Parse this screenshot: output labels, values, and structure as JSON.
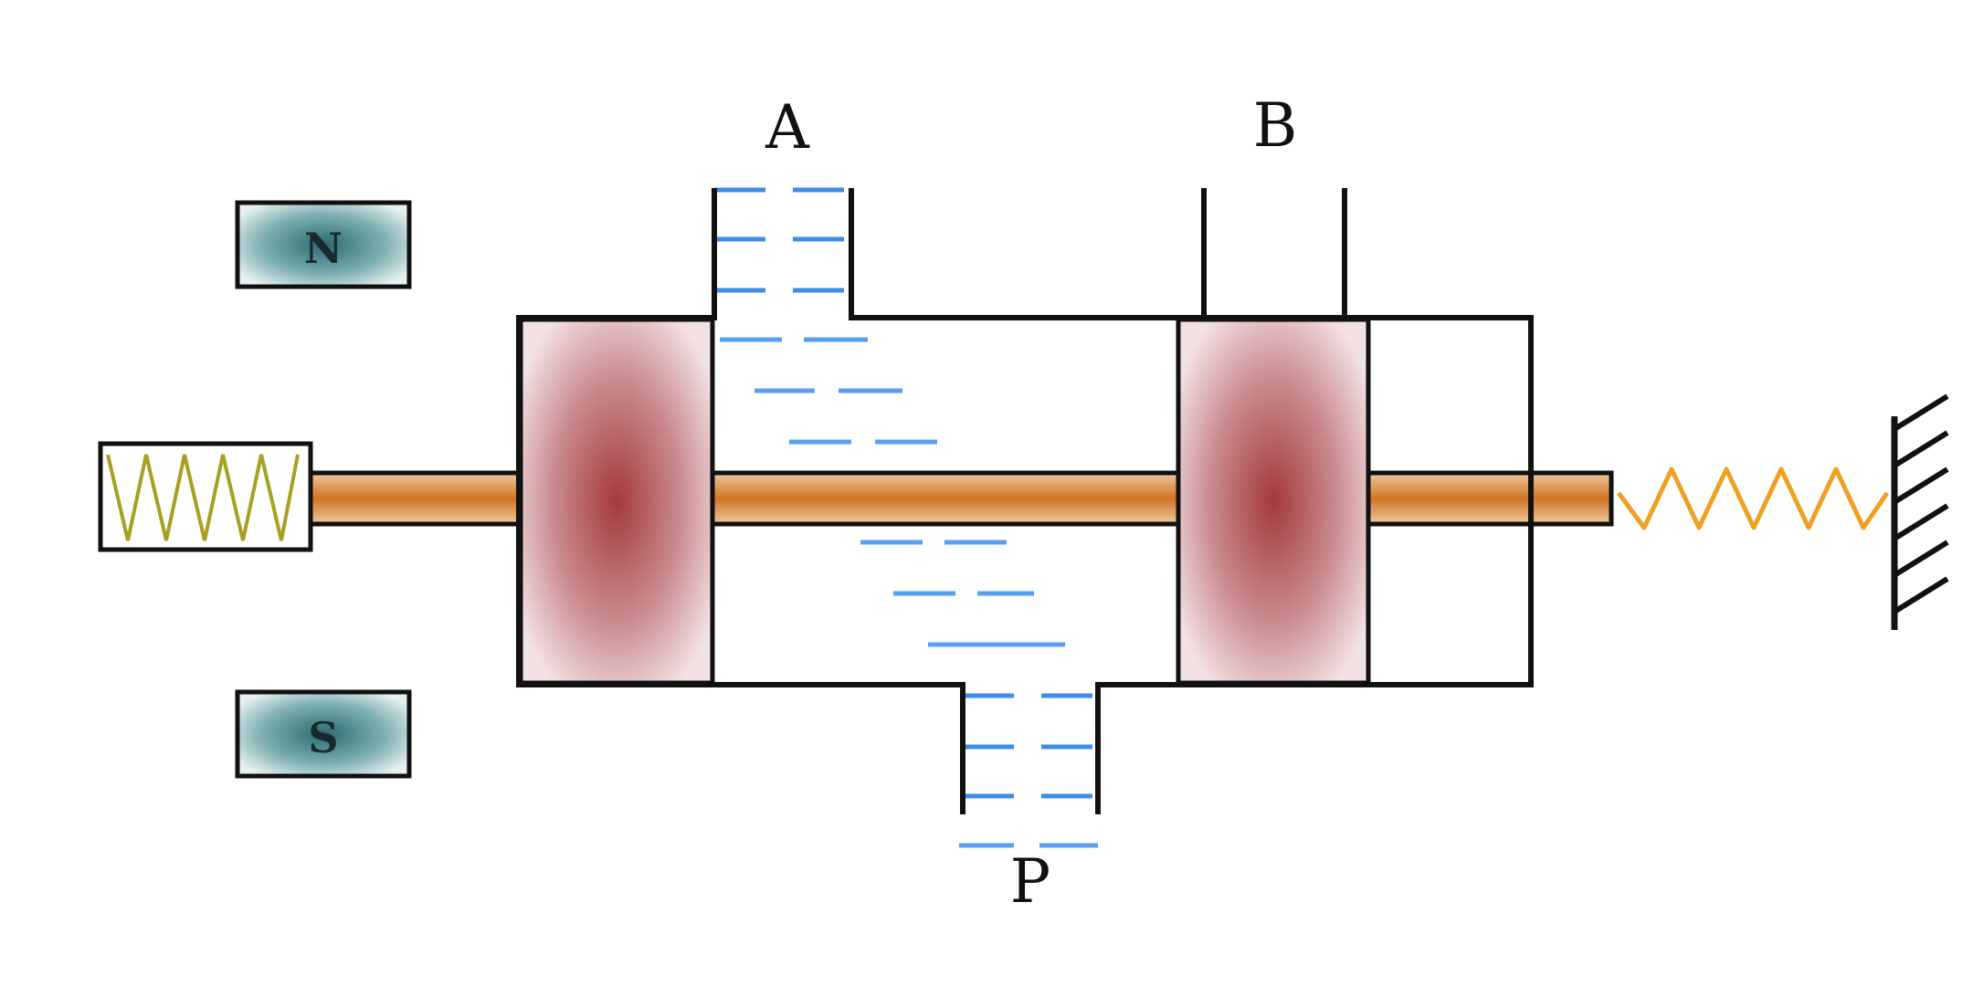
{
  "ports": {
    "a": "A",
    "b": "B",
    "p": "P"
  },
  "magnets": {
    "north": "N",
    "south": "S"
  },
  "colors": {
    "spool_land": "#a33a3c",
    "spool_rod": "#d07a2e",
    "fluid": "#3d8ce8",
    "magnet": "#2a6a6e",
    "return_spring": "#f0a020",
    "coil": "#a8a020"
  }
}
